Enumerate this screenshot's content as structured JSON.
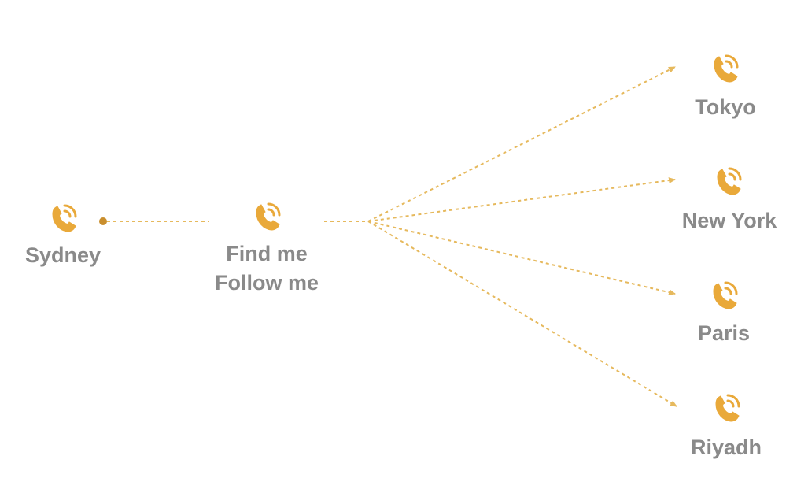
{
  "colors": {
    "icon": "#E9A93A",
    "connector": "#E6B95D",
    "dot": "#C98E2D",
    "label": "#8A8A8A",
    "background": "#FFFFFF"
  },
  "nodes": {
    "source": {
      "label": "Sydney",
      "icon": "phone-icon"
    },
    "router": {
      "label_line1": "Find me",
      "label_line2": "Follow me",
      "icon": "phone-icon"
    },
    "destinations": [
      {
        "label": "Tokyo",
        "icon": "phone-icon"
      },
      {
        "label": "New York",
        "icon": "phone-icon"
      },
      {
        "label": "Paris",
        "icon": "phone-icon"
      },
      {
        "label": "Riyadh",
        "icon": "phone-icon"
      }
    ]
  }
}
